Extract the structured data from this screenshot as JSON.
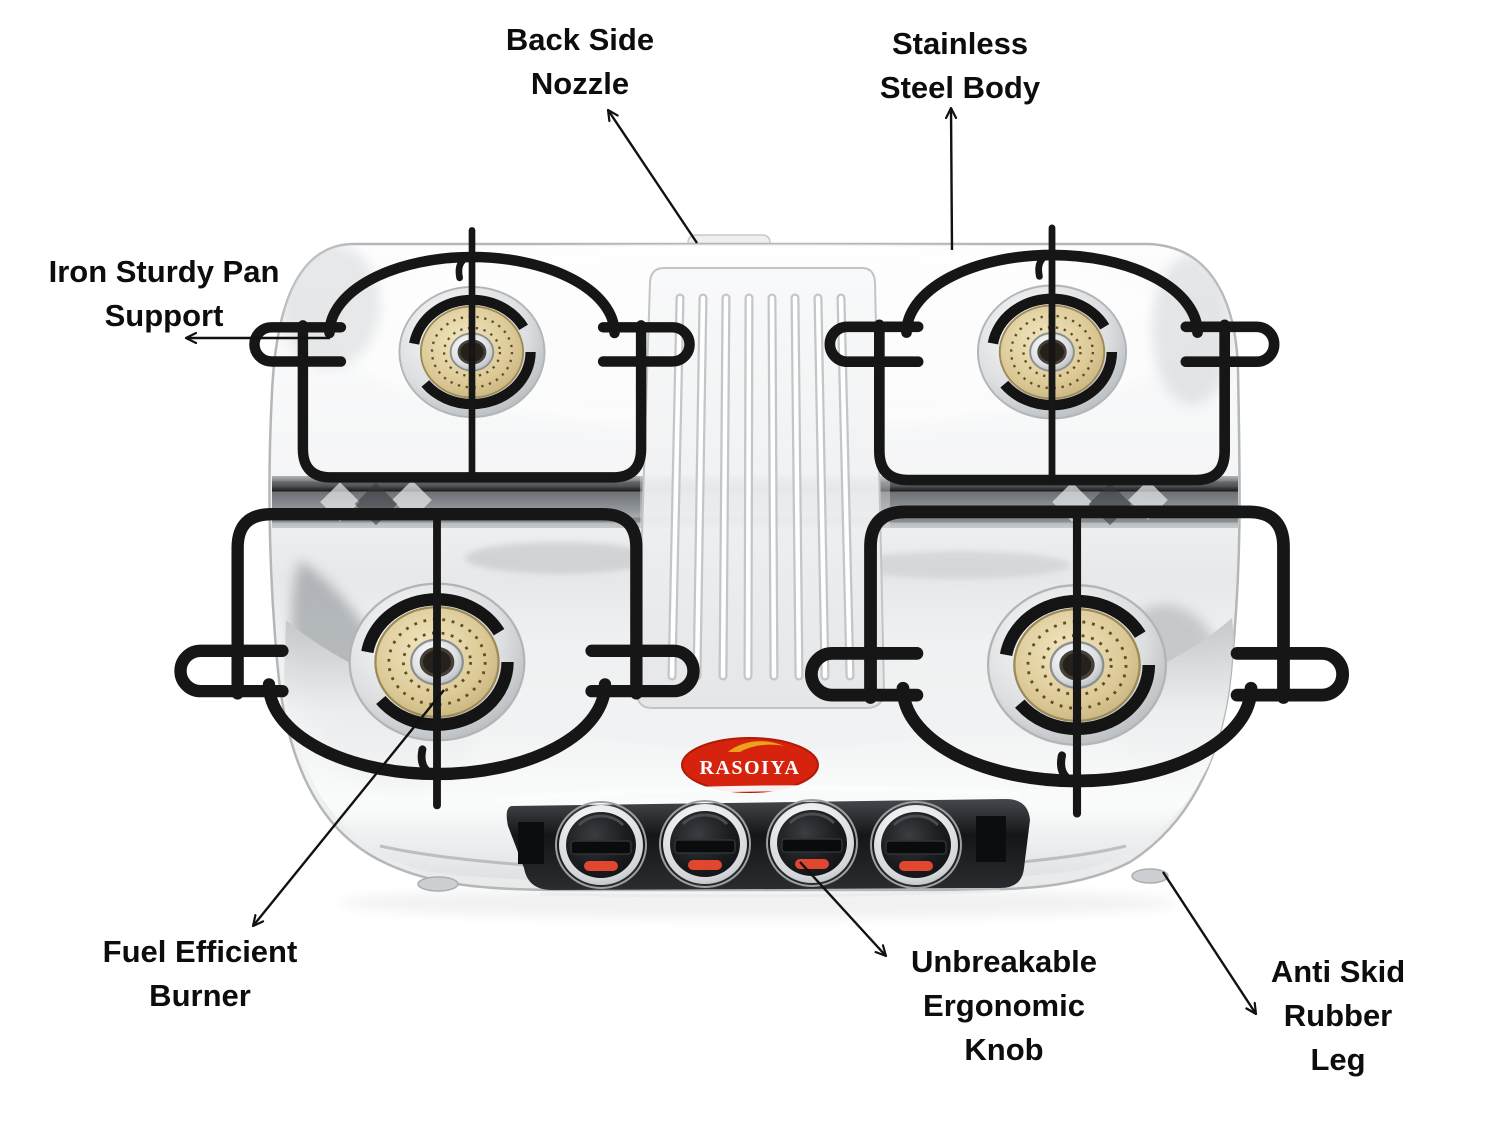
{
  "diagram": {
    "brand": {
      "logo_text": "RASOIYA"
    },
    "labels": [
      {
        "id": "back-side-nozzle",
        "text": "Back Side\nNozzle"
      },
      {
        "id": "stainless-steel-body",
        "text": "Stainless\nSteel Body"
      },
      {
        "id": "iron-sturdy-pan-support",
        "text": "Iron Sturdy Pan\nSupport"
      },
      {
        "id": "fuel-efficient-burner",
        "text": "Fuel Efficient\nBurner"
      },
      {
        "id": "unbreakable-ergonomic-knob",
        "text": "Unbreakable\nErgonomic\nKnob"
      },
      {
        "id": "anti-skid-rubber-leg",
        "text": "Anti Skid\nRubber Leg"
      }
    ],
    "colors": {
      "background": "#ffffff",
      "label_text": "#0d0d0d",
      "arrow": "#111111",
      "steel_body": "#f3f4f5",
      "pan_support_black": "#161616",
      "burner_brass": "#d9c693",
      "knob_black": "#141518",
      "knob_indicator_red": "#e0472e",
      "logo_red": "#d6230e",
      "logo_flame_gold": "#eda21c",
      "logo_text_white": "#ffffff"
    }
  }
}
